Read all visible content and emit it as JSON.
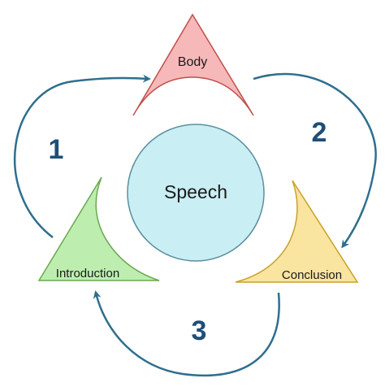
{
  "center": {
    "label": "Speech",
    "fill": "#c9eef4",
    "stroke": "#5a8fa0"
  },
  "parts": [
    {
      "label": "Body",
      "fill": "#f6b8b8",
      "stroke": "#c0504d"
    },
    {
      "label": "Conclusion",
      "fill": "#f9e4a0",
      "stroke": "#c9a227"
    },
    {
      "label": "Introduction",
      "fill": "#bdeeb0",
      "stroke": "#6aa84f"
    }
  ],
  "steps": [
    "1",
    "2",
    "3"
  ],
  "arrow_color": "#2e6f8e",
  "number_color": "#1f4e79"
}
